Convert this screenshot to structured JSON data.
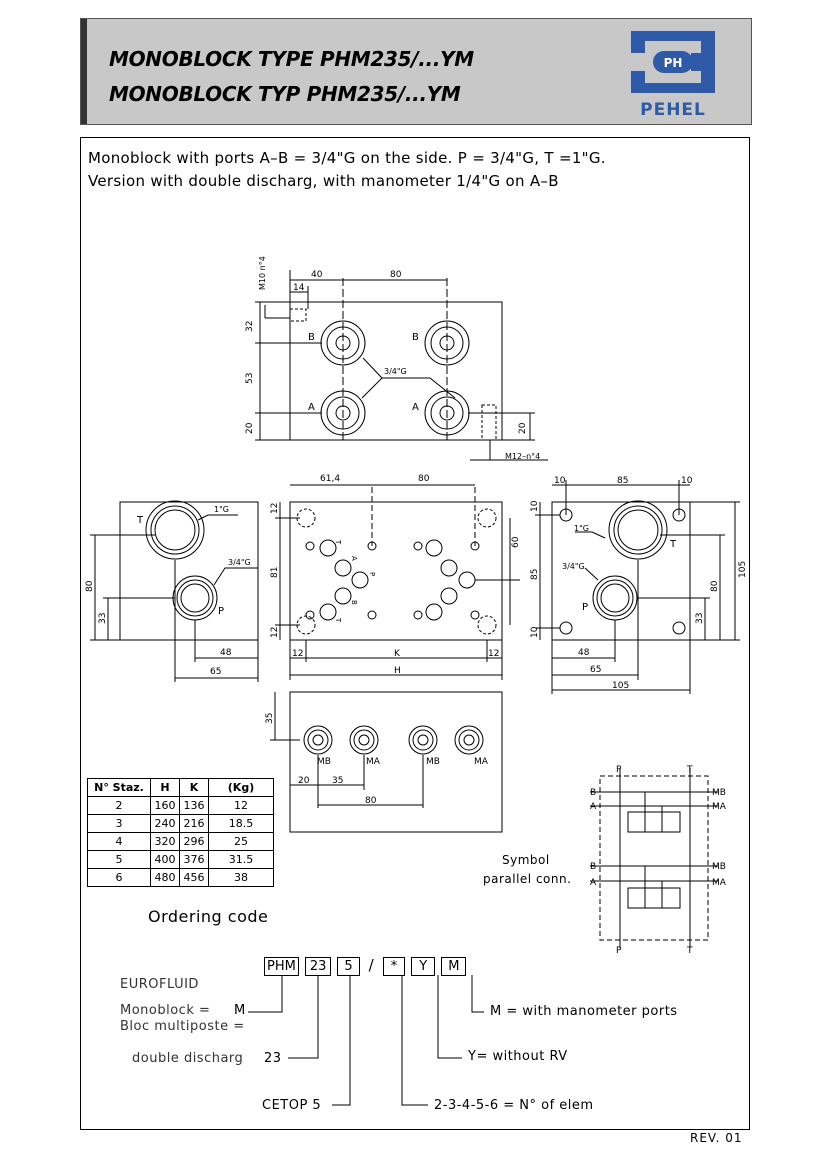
{
  "header": {
    "title_en": "MONOBLOCK TYPE PHM235/...YM",
    "title_de": "MONOBLOCK TYP PHM235/...YM",
    "logo_mark": "PH",
    "logo_text": "PEHEL",
    "brand_color": "#2e5aa8"
  },
  "intro": {
    "line1": "Monoblock with ports A–B = 3/4\"G on the side.  P = 3/4\"G, T =1\"G.",
    "line2": "Version with double discharg, with manometer 1/4\"G on A–B"
  },
  "top_view": {
    "dims": [
      "40",
      "80",
      "14",
      "M10\nn°4",
      "32",
      "53",
      "20",
      "20",
      "M12–n°4"
    ],
    "ports": [
      "B",
      "B",
      "A",
      "A"
    ],
    "thread": "3/4\"G"
  },
  "left_view": {
    "labels": [
      "T",
      "P"
    ],
    "threads": [
      "1\"G",
      "3/4\"G"
    ],
    "dims": [
      "80",
      "33",
      "48",
      "65"
    ]
  },
  "mid_view": {
    "dims": [
      "61,4",
      "80",
      "12",
      "81",
      "12",
      "60",
      "12",
      "K",
      "12",
      "H"
    ],
    "labels": [
      "T",
      "A",
      "P",
      "B",
      "T"
    ]
  },
  "right_view": {
    "labels": [
      "T",
      "P"
    ],
    "threads": [
      "1\"G",
      "3/4\"G"
    ],
    "dims": [
      "10",
      "85",
      "10",
      "10",
      "85",
      "10",
      "105",
      "80",
      "33",
      "48",
      "65",
      "105"
    ]
  },
  "bottom_view": {
    "ports": [
      "MB",
      "MA",
      "MB",
      "MA"
    ],
    "dims": [
      "35",
      "20",
      "35",
      "80"
    ]
  },
  "table": {
    "headers": [
      "N° Staz.",
      "H",
      "K",
      "(Kg)"
    ],
    "rows": [
      [
        "2",
        "160",
        "136",
        "12"
      ],
      [
        "3",
        "240",
        "216",
        "18.5"
      ],
      [
        "4",
        "320",
        "296",
        "25"
      ],
      [
        "5",
        "400",
        "376",
        "31.5"
      ],
      [
        "6",
        "480",
        "456",
        "38"
      ]
    ]
  },
  "symbol": {
    "caption1": "Symbol",
    "caption2": "parallel conn.",
    "top_ports": [
      "P",
      "T"
    ],
    "bottom_ports": [
      "P",
      "T"
    ],
    "left_ports": [
      "B",
      "A",
      "B",
      "A"
    ],
    "right_ports": [
      "MB",
      "MA",
      "MB",
      "MA"
    ]
  },
  "ordering": {
    "title": "Ordering code",
    "boxes": [
      "PHM",
      "23",
      "5",
      "/",
      "*",
      "Y",
      "M"
    ],
    "eurofluid": "EUROFLUID",
    "monoblock": "Monoblock =",
    "monoblock_code": "M",
    "bloc": "Bloc multiposte =",
    "double": "double discharg",
    "double_code": "23",
    "cetop": "CETOP 5",
    "manometer": "M = with manometer ports",
    "without_rv": "Y= without RV",
    "elements": "2-3-4-5-6  = N° of elem"
  },
  "revision": "REV. 01"
}
